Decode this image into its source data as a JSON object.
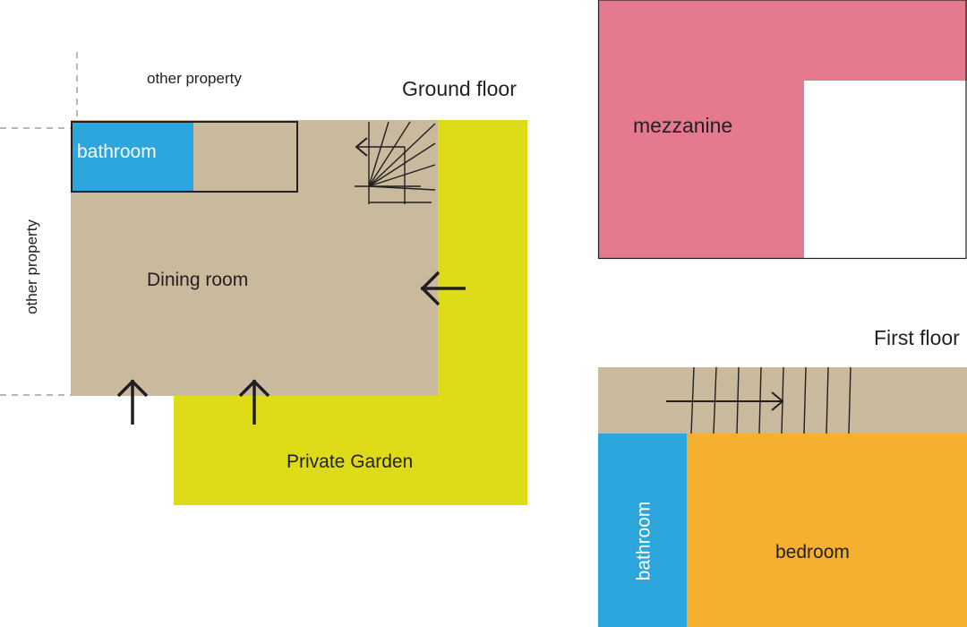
{
  "labels": {
    "ground_floor": "Ground floor",
    "first_floor": "First floor",
    "other_property_top": "other property",
    "other_property_side": "other property",
    "bathroom_ground": "bathroom",
    "dining_room": "Dining room",
    "private_garden": "Private Garden",
    "mezzanine": "mezzanine",
    "bathroom_first": "bathroom",
    "bedroom": "bedroom"
  },
  "colors": {
    "floor_beige": "#c9b99d",
    "garden_yellow": "#dedc18",
    "bathroom_blue": "#2ca6dc",
    "mezzanine_pink": "#e57a8f",
    "bedroom_orange": "#f5b030",
    "ink": "#231f20",
    "dash": "#8a8a8a"
  },
  "icons": [
    "arrow-up-icon",
    "arrow-left-icon",
    "arrow-right-icon",
    "staircase-icon"
  ]
}
